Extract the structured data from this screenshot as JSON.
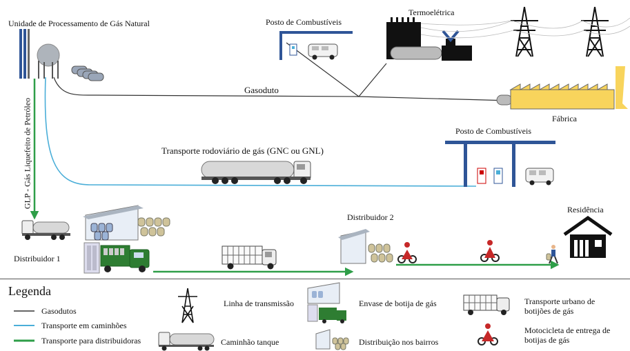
{
  "labels": {
    "upgn": "Unidade de Processamento de Gás Natural",
    "posto1": "Posto de Combustíveis",
    "termo": "Termoelétrica",
    "gasoduto": "Gasoduto",
    "fabrica": "Fábrica",
    "posto2": "Posto de Combustíveis",
    "transporte_rod": "Transporte rodoviário de gás (GNC ou GNL)",
    "glp": "GLP - Gás Liquefeito de Petróleo",
    "dist1": "Distribuidor 1",
    "dist2": "Distribuidor 2",
    "residencia": "Residência"
  },
  "legend": {
    "title": "Legenda",
    "gasodutos": "Gasodutos",
    "caminhoes": "Transporte em caminhões",
    "distribuidoras": "Transporte para distribuidoras",
    "linha": "Linha de transmissão",
    "tanque": "Caminhão tanque",
    "envase": "Envase de botija de gás",
    "bairros": "Distribuição nos bairros",
    "urbano_l1": "Transporte urbano de",
    "urbano_l2": "botijões de gás",
    "moto_l1": "Motocicleta de entrega de",
    "moto_l2": "botijas de gás"
  },
  "colors": {
    "gasoduto": "#333333",
    "caminhoes": "#4aaed8",
    "distribuidoras": "#2e9e48",
    "posto": "#2f5597",
    "fabrica": "#f8d45c",
    "truck_green": "#2e7d32"
  }
}
